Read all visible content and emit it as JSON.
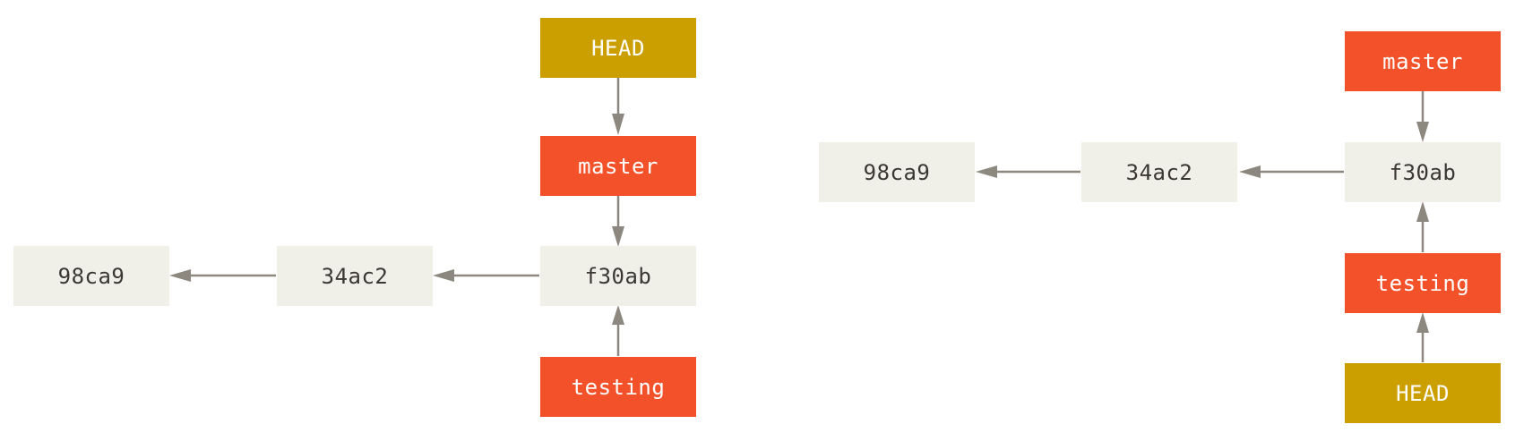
{
  "colors": {
    "commit_bg": "#f0efe8",
    "commit_text": "#3b3833",
    "branch_bg": "#f25129",
    "head_bg": "#cc9f00",
    "arrow": "#8c877f"
  },
  "left_diagram": {
    "head": "HEAD",
    "master": "master",
    "testing": "testing",
    "commits": [
      "98ca9",
      "34ac2",
      "f30ab"
    ]
  },
  "right_diagram": {
    "head": "HEAD",
    "master": "master",
    "testing": "testing",
    "commits": [
      "98ca9",
      "34ac2",
      "f30ab"
    ]
  }
}
